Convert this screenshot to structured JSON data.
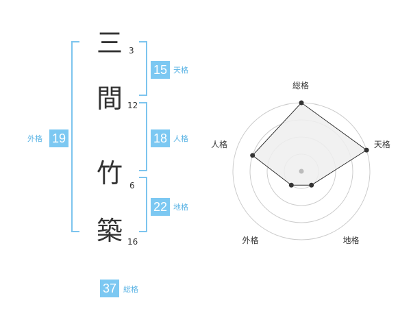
{
  "colors": {
    "blue": "#7cc8f2",
    "blue_text": "#5bb4e5",
    "line": "#7cc4ee",
    "radar_fill": "#efefef",
    "radar_ring": "#cccccc",
    "radar_point": "#333333",
    "radar_center": "#bbbbbb"
  },
  "name": {
    "characters": [
      {
        "char": "三",
        "strokes": "3"
      },
      {
        "char": "間",
        "strokes": "12"
      },
      {
        "char": "竹",
        "strokes": "6"
      },
      {
        "char": "築",
        "strokes": "16"
      }
    ]
  },
  "kaku": {
    "tenkaku": {
      "value": "15",
      "label": "天格"
    },
    "jinkaku": {
      "value": "18",
      "label": "人格"
    },
    "chikaku": {
      "value": "22",
      "label": "地格"
    },
    "gaikaku": {
      "value": "19",
      "label": "外格"
    },
    "soukaku": {
      "value": "37",
      "label": "総格"
    }
  },
  "chart_data": {
    "type": "radar",
    "axes": [
      "総格",
      "天格",
      "地格",
      "外格",
      "人格"
    ],
    "series": [
      {
        "values": [
          4,
          4,
          1,
          1,
          3
        ]
      }
    ],
    "scale_max": 4,
    "rings": 4,
    "grid": true
  }
}
